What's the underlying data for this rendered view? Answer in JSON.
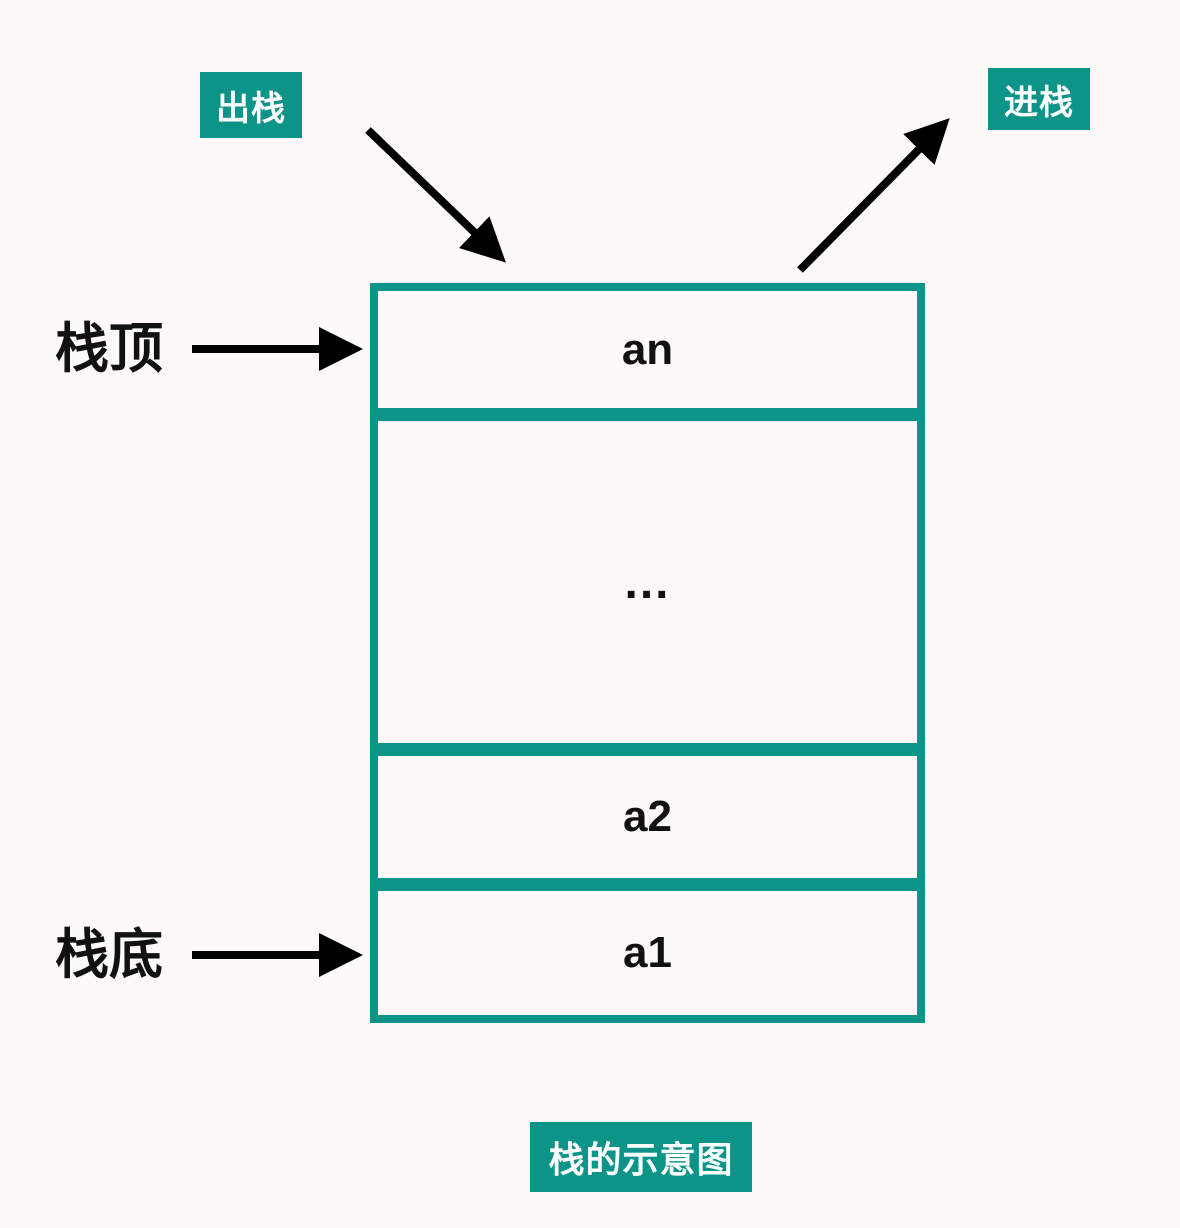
{
  "colors": {
    "teal": "#0D9488",
    "background": "#FCF9F8",
    "arrow": "#000000",
    "badge_text": "#FFFFFF",
    "label_text": "#111111"
  },
  "badges": {
    "pop": "出栈",
    "push": "进栈",
    "caption": "栈的示意图"
  },
  "labels": {
    "top": "栈顶",
    "bottom": "栈底"
  },
  "stack": {
    "cells": [
      {
        "label": "an"
      },
      {
        "label": "..."
      },
      {
        "label": "a2"
      },
      {
        "label": "a1"
      }
    ]
  }
}
